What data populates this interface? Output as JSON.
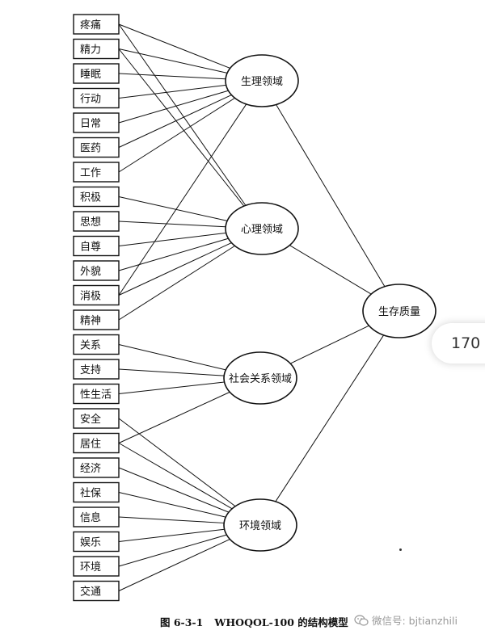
{
  "diagram": {
    "root": {
      "id": "quality",
      "label": "生存质量"
    },
    "domains": [
      {
        "id": "physical",
        "label": "生理领域"
      },
      {
        "id": "psychological",
        "label": "心理领域"
      },
      {
        "id": "social",
        "label": "社会关系领域"
      },
      {
        "id": "environment",
        "label": "环境领域"
      }
    ],
    "facets": [
      {
        "id": "pain",
        "label": "疼痛"
      },
      {
        "id": "energy",
        "label": "精力"
      },
      {
        "id": "sleep",
        "label": "睡眠"
      },
      {
        "id": "mobility",
        "label": "行动"
      },
      {
        "id": "daily",
        "label": "日常"
      },
      {
        "id": "medicine",
        "label": "医药"
      },
      {
        "id": "work",
        "label": "工作"
      },
      {
        "id": "positive",
        "label": "积极"
      },
      {
        "id": "thinking",
        "label": "思想"
      },
      {
        "id": "selfesteem",
        "label": "自尊"
      },
      {
        "id": "appearance",
        "label": "外貌"
      },
      {
        "id": "negative",
        "label": "消极"
      },
      {
        "id": "spirit",
        "label": "精神"
      },
      {
        "id": "relations",
        "label": "关系"
      },
      {
        "id": "support",
        "label": "支持"
      },
      {
        "id": "sexual",
        "label": "性生活"
      },
      {
        "id": "safety",
        "label": "安全"
      },
      {
        "id": "housing",
        "label": "居住"
      },
      {
        "id": "finance",
        "label": "经济"
      },
      {
        "id": "socialcare",
        "label": "社保"
      },
      {
        "id": "information",
        "label": "信息"
      },
      {
        "id": "leisure",
        "label": "娱乐"
      },
      {
        "id": "environment_f",
        "label": "环境"
      },
      {
        "id": "transport",
        "label": "交通"
      }
    ],
    "edges": [
      [
        "pain",
        "physical"
      ],
      [
        "pain",
        "psychological"
      ],
      [
        "energy",
        "physical"
      ],
      [
        "energy",
        "psychological"
      ],
      [
        "sleep",
        "physical"
      ],
      [
        "mobility",
        "physical"
      ],
      [
        "daily",
        "physical"
      ],
      [
        "medicine",
        "physical"
      ],
      [
        "work",
        "physical"
      ],
      [
        "positive",
        "psychological"
      ],
      [
        "thinking",
        "psychological"
      ],
      [
        "selfesteem",
        "psychological"
      ],
      [
        "appearance",
        "psychological"
      ],
      [
        "negative",
        "physical"
      ],
      [
        "negative",
        "psychological"
      ],
      [
        "spirit",
        "psychological"
      ],
      [
        "relations",
        "social"
      ],
      [
        "support",
        "social"
      ],
      [
        "sexual",
        "social"
      ],
      [
        "safety",
        "environment"
      ],
      [
        "housing",
        "social"
      ],
      [
        "housing",
        "environment"
      ],
      [
        "finance",
        "environment"
      ],
      [
        "socialcare",
        "environment"
      ],
      [
        "information",
        "environment"
      ],
      [
        "leisure",
        "environment"
      ],
      [
        "environment_f",
        "environment"
      ],
      [
        "transport",
        "environment"
      ],
      [
        "physical",
        "quality"
      ],
      [
        "psychological",
        "quality"
      ],
      [
        "social",
        "quality"
      ],
      [
        "environment",
        "quality"
      ]
    ]
  },
  "caption": {
    "number": "图 6-3-1",
    "title": "WHOQOL-100 的结构模型"
  },
  "watermark": {
    "text": "微信号: bjtianzhili",
    "icon": "wechat-icon"
  },
  "page_badge": {
    "value": "170"
  }
}
